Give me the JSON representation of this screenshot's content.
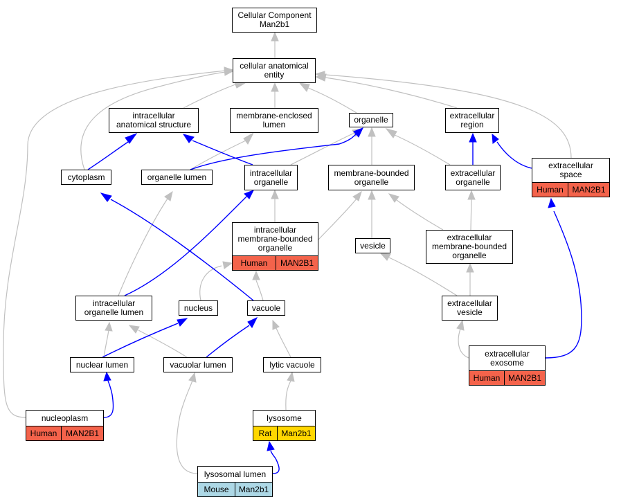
{
  "colors": {
    "human": "#f4634b",
    "rat": "#ffd700",
    "mouse": "#add8e6",
    "edge_gray": "#c0c0c0",
    "edge_blue": "#0000ff"
  },
  "nodes": {
    "root": "Cellular Component\nMan2b1",
    "cae": "cellular anatomical\nentity",
    "ias": "intracellular\nanatomical structure",
    "mel": "membrane-enclosed\nlumen",
    "org": "organelle",
    "exreg": "extracellular\nregion",
    "cyto": "cytoplasm",
    "orglumen": "organelle lumen",
    "icorg": "intracellular\norganelle",
    "mbo": "membrane-bounded\norganelle",
    "exorg": "extracellular\norganelle",
    "exspace": "extracellular\nspace",
    "imbo": "intracellular\nmembrane-bounded\norganelle",
    "vesicle": "vesicle",
    "embo": "extracellular\nmembrane-bounded\norganelle",
    "iol": "intracellular\norganelle lumen",
    "nucleus": "nucleus",
    "vacuole": "vacuole",
    "exves": "extracellular\nvesicle",
    "exo": "extracellular\nexosome",
    "nuclum": "nuclear lumen",
    "vaclum": "vacuolar lumen",
    "lytvac": "lytic vacuole",
    "nucleoplasm": "nucleoplasm",
    "lysosome": "lysosome",
    "lyslum": "lysosomal lumen"
  },
  "annotations": {
    "exspace": {
      "species": "Human",
      "gene": "MAN2B1",
      "color": "human"
    },
    "imbo": {
      "species": "Human",
      "gene": "MAN2B1",
      "color": "human"
    },
    "exo": {
      "species": "Human",
      "gene": "MAN2B1",
      "color": "human"
    },
    "nucleoplasm": {
      "species": "Human",
      "gene": "MAN2B1",
      "color": "human"
    },
    "lysosome": {
      "species": "Rat",
      "gene": "Man2b1",
      "color": "rat"
    },
    "lyslum": {
      "species": "Mouse",
      "gene": "Man2b1",
      "color": "mouse"
    }
  }
}
